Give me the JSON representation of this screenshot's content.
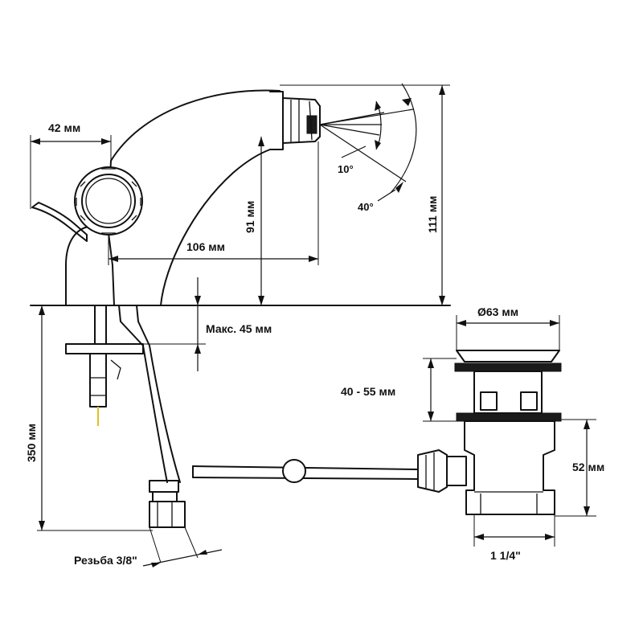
{
  "labels": {
    "w42": "42 мм",
    "w106": "106 мм",
    "h91": "91 мм",
    "h111": "111 мм",
    "angle10": "10°",
    "angle40": "40°",
    "max45": "Макс. 45 мм",
    "h350": "350 мм",
    "thread": "Резьба 3/8\"",
    "d63": "Ø63 мм",
    "range4055": "40 - 55 мм",
    "h52": "52 мм",
    "pipe": "1 1/4\""
  }
}
